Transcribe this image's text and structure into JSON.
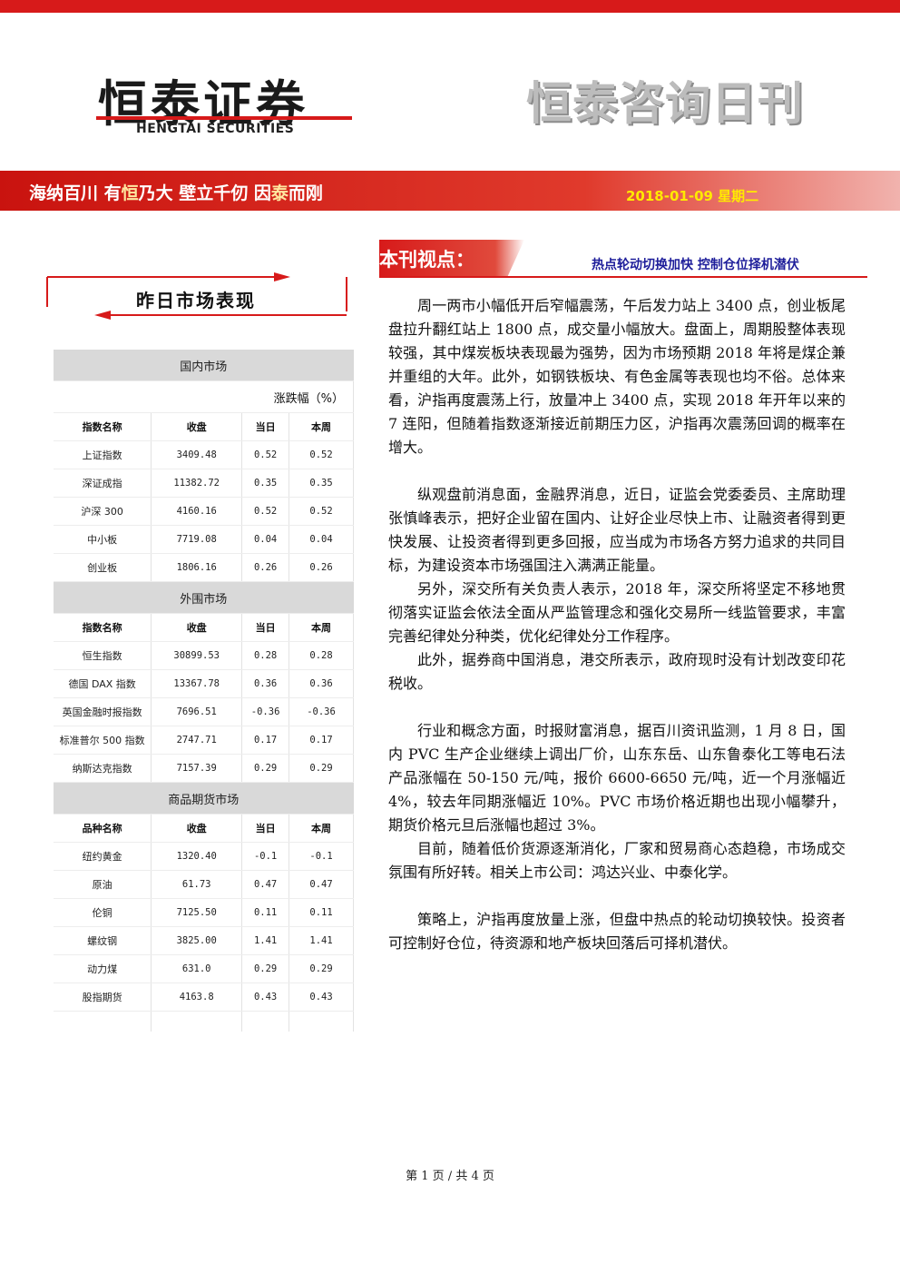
{
  "header": {
    "logo_cn": "恒泰证券",
    "logo_en": "HENGTAI SECURITIES",
    "publication": "恒泰咨询日刊",
    "motto": [
      {
        "t": "海纳百川 有",
        "hl": false
      },
      {
        "t": "恒",
        "hl": true
      },
      {
        "t": "乃大  壁立千仞 因",
        "hl": false
      },
      {
        "t": "泰",
        "hl": true
      },
      {
        "t": "而刚",
        "hl": false
      }
    ],
    "date": "2018-01-09 星期二"
  },
  "market": {
    "section_title": "昨日市场表现",
    "unit_label": "涨跌幅（%）",
    "groups": [
      {
        "name": "国内市场",
        "show_unit": true,
        "headers": [
          "指数名称",
          "收盘",
          "当日",
          "本周"
        ],
        "rows": [
          [
            "上证指数",
            "3409.48",
            "0.52",
            "0.52"
          ],
          [
            "深证成指",
            "11382.72",
            "0.35",
            "0.35"
          ],
          [
            "沪深 300",
            "4160.16",
            "0.52",
            "0.52"
          ],
          [
            "中小板",
            "7719.08",
            "0.04",
            "0.04"
          ],
          [
            "创业板",
            "1806.16",
            "0.26",
            "0.26"
          ]
        ]
      },
      {
        "name": "外围市场",
        "show_unit": false,
        "headers": [
          "指数名称",
          "收盘",
          "当日",
          "本周"
        ],
        "rows": [
          [
            "恒生指数",
            "30899.53",
            "0.28",
            "0.28"
          ],
          [
            "德国 DAX 指数",
            "13367.78",
            "0.36",
            "0.36"
          ],
          [
            "英国金融时报指数",
            "7696.51",
            "-0.36",
            "-0.36"
          ],
          [
            "标准普尔 500 指数",
            "2747.71",
            "0.17",
            "0.17"
          ],
          [
            "纳斯达克指数",
            "7157.39",
            "0.29",
            "0.29"
          ]
        ]
      },
      {
        "name": "商品期货市场",
        "show_unit": false,
        "headers": [
          "品种名称",
          "收盘",
          "当日",
          "本周"
        ],
        "rows": [
          [
            "纽约黄金",
            "1320.40",
            "-0.1",
            "-0.1"
          ],
          [
            "原油",
            "61.73",
            "0.47",
            "0.47"
          ],
          [
            "伦铜",
            "7125.50",
            "0.11",
            "0.11"
          ],
          [
            "螺纹钢",
            "3825.00",
            "1.41",
            "1.41"
          ],
          [
            "动力煤",
            "631.0",
            "0.29",
            "0.29"
          ],
          [
            "股指期货",
            "4163.8",
            "0.43",
            "0.43"
          ]
        ]
      }
    ]
  },
  "view": {
    "title": "本刊视点：",
    "headline": "热点轮动切换加快 控制仓位择机潜伏",
    "paragraphs": [
      {
        "gap": false,
        "text": "周一两市小幅低开后窄幅震荡，午后发力站上 3400 点，创业板尾盘拉升翻红站上 1800 点，成交量小幅放大。盘面上，周期股整体表现较强，其中煤炭板块表现最为强势，因为市场预期 2018 年将是煤企兼并重组的大年。此外，如钢铁板块、有色金属等表现也均不俗。总体来看，沪指再度震荡上行，放量冲上 3400 点，实现 2018 年开年以来的 7 连阳，但随着指数逐渐接近前期压力区，沪指再次震荡回调的概率在增大。"
      },
      {
        "gap": true,
        "text": "纵观盘前消息面，金融界消息，近日，证监会党委委员、主席助理张慎峰表示，把好企业留在国内、让好企业尽快上市、让融资者得到更快发展、让投资者得到更多回报，应当成为市场各方努力追求的共同目标，为建设资本市场强国注入满满正能量。"
      },
      {
        "gap": false,
        "text": "另外，深交所有关负责人表示，2018 年，深交所将坚定不移地贯彻落实证监会依法全面从严监管理念和强化交易所一线监管要求，丰富完善纪律处分种类，优化纪律处分工作程序。"
      },
      {
        "gap": false,
        "text": "此外，据券商中国消息，港交所表示，政府现时没有计划改变印花税收。"
      },
      {
        "gap": true,
        "text": "行业和概念方面，时报财富消息，据百川资讯监测，1 月 8 日，国内 PVC 生产企业继续上调出厂价，山东东岳、山东鲁泰化工等电石法产品涨幅在 50-150 元/吨，报价 6600-6650 元/吨，近一个月涨幅近 4%，较去年同期涨幅近 10%。PVC 市场价格近期也出现小幅攀升，期货价格元旦后涨幅也超过 3%。"
      },
      {
        "gap": false,
        "text": "目前，随着低价货源逐渐消化，厂家和贸易商心态趋稳，市场成交氛围有所好转。相关上市公司：鸿达兴业、中泰化学。"
      },
      {
        "gap": true,
        "text": "策略上，沪指再度放量上涨，但盘中热点的轮动切换较快。投资者可控制好仓位，待资源和地产板块回落后可择机潜伏。"
      }
    ]
  },
  "footer": {
    "page_info": "第 1 页 / 共 4 页"
  },
  "colors": {
    "brand_red": "#d71a1a",
    "date_yellow": "#ffea00",
    "headline_blue": "#1d1d9a",
    "table_band_gray": "#d9d9d9"
  }
}
